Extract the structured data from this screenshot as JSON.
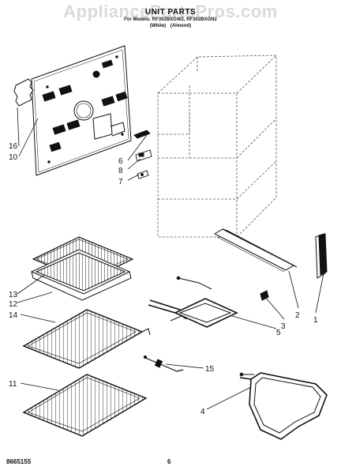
{
  "watermark": "AppliancePartsPros.com",
  "header": {
    "title": "UNIT PARTS",
    "model_line": "For Models: RF302BXGW2, RF302BXGN2",
    "colors_line": "(White)  (Almond)"
  },
  "footer": {
    "doc_number": "8665155",
    "page_number": "6"
  },
  "callouts": [
    "1",
    "2",
    "3",
    "4",
    "5",
    "6",
    "7",
    "8",
    "10",
    "11",
    "12",
    "13",
    "14",
    "15",
    "16"
  ]
}
